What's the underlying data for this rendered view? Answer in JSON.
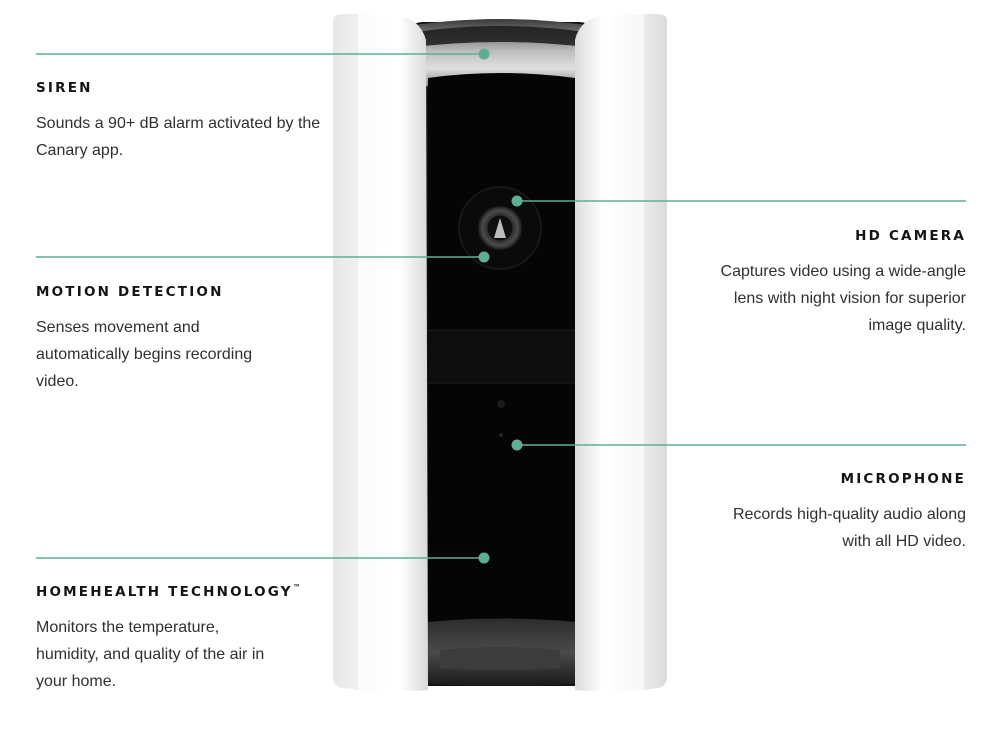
{
  "accent_color": "#5fae93",
  "device": {
    "body_color": "#f4f4f4",
    "panel_color": "#050505"
  },
  "features": {
    "siren": {
      "title": "SIREN",
      "description": "Sounds a 90+ dB alarm activated by the Canary app."
    },
    "motion_detection": {
      "title": "MOTION DETECTION",
      "description": "Senses movement and automatically begins recording video."
    },
    "homehealth": {
      "title": "HOMEHEALTH TECHNOLOGY",
      "trademark": "™",
      "description": "Monitors the temperature, humidity, and quality of the air in your home."
    },
    "hd_camera": {
      "title": "HD CAMERA",
      "description": "Captures video using a wide-angle lens with night vision for superior image quality."
    },
    "microphone": {
      "title": "MICROPHONE",
      "description": "Records high-quality audio along with all HD video."
    }
  }
}
